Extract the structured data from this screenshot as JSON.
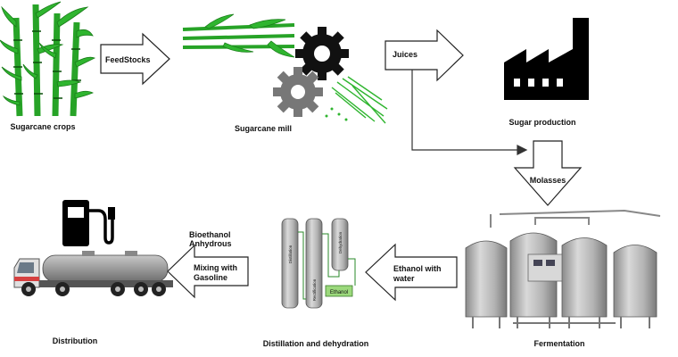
{
  "diagram": {
    "nodes": {
      "crops": "Sugarcane crops",
      "mill": "Sugarcane mill",
      "sugar": "Sugar production",
      "fermentation": "Fermentation",
      "distillation": "Distillation and dehydration",
      "distribution": "Distribution"
    },
    "arrows": {
      "feedstocks": "FeedStocks",
      "juices": "Juices",
      "molasses": "Molasses",
      "ethanol_water": [
        "Ethanol with",
        "water"
      ],
      "mixing": [
        "Mixing with",
        "Gasoline"
      ],
      "bioethanol": [
        "Bioethanol",
        "Anhydrous"
      ]
    },
    "column_labels": [
      "Distillation",
      "Rectification",
      "Dehydration"
    ],
    "ethanol_box": "Ethanol"
  }
}
